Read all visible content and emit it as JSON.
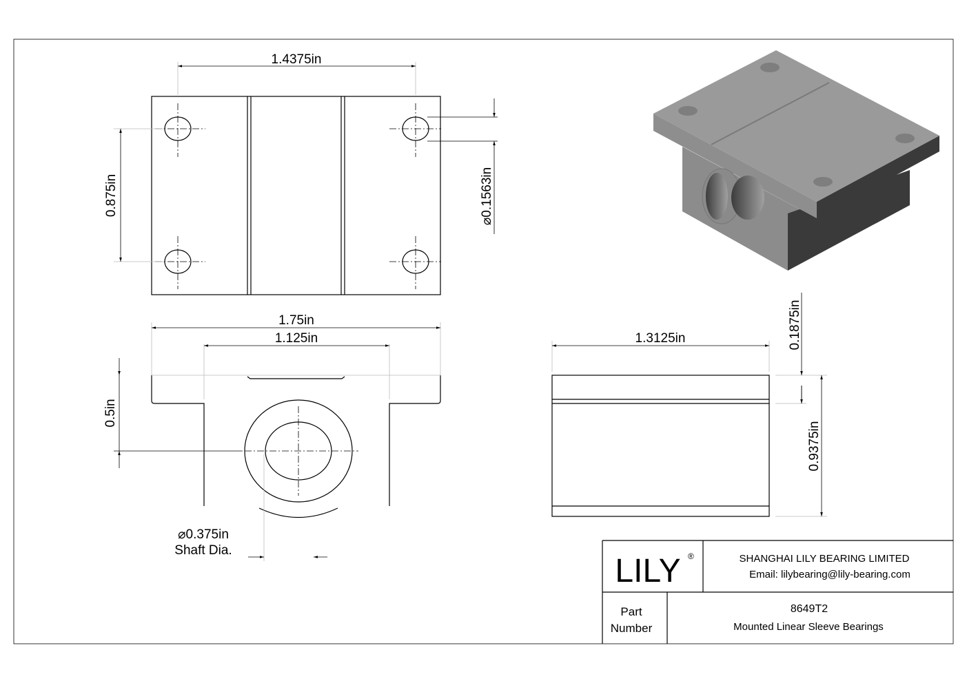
{
  "dimensions": {
    "top_width": "1.4375in",
    "top_height": "0.875in",
    "hole_dia": "0.1563in",
    "overall_width": "1.75in",
    "base_width": "1.125in",
    "center_height": "0.5in",
    "shaft_dia": "0.375in",
    "shaft_dia_label": "Shaft Dia.",
    "length": "1.3125in",
    "flange_thickness": "0.1875in",
    "overall_height": "0.9375in",
    "diameter_symbol": "⌀"
  },
  "title_block": {
    "logo": "LILY",
    "registered": "®",
    "company": "SHANGHAI LILY BEARING LIMITED",
    "email": "Email: lilybearing@lily-bearing.com",
    "part_label_1": "Part",
    "part_label_2": "Number",
    "part_number": "8649T2",
    "description": "Mounted Linear Sleeve Bearings"
  },
  "colors": {
    "top_face": "#9a9a9a",
    "side_face": "#8a8a8a",
    "dark_face": "#3a3a3a"
  }
}
